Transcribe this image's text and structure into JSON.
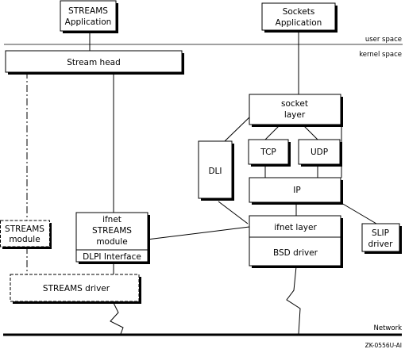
{
  "colors": {
    "line": "#000000",
    "shadow": "#000000",
    "background": "#ffffff"
  },
  "boxes": {
    "streams_app": [
      "STREAMS",
      "Application"
    ],
    "sockets_app": [
      "Sockets",
      "Application"
    ],
    "stream_head": "Stream head",
    "socket_layer": [
      "socket",
      "layer"
    ],
    "tcp": "TCP",
    "udp": "UDP",
    "dli": "DLI",
    "ip": "IP",
    "streams_module": [
      "STREAMS",
      "module"
    ],
    "ifnet_streams_module": [
      "ifnet",
      "STREAMS",
      "module"
    ],
    "dlpi_interface": "DLPI Interface",
    "ifnet_layer": "ifnet layer",
    "bsd_driver": "BSD driver",
    "slip_driver": [
      "SLIP",
      "driver"
    ],
    "streams_driver": "STREAMS driver"
  },
  "labels": {
    "user_space": "user space",
    "kernel_space": "kernel space",
    "network": "Network",
    "figure_id": "ZK-0556U-AI"
  }
}
